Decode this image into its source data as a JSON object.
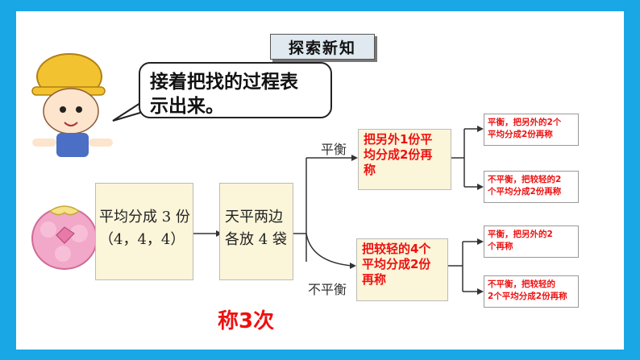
{
  "header": {
    "title": "探索新知"
  },
  "speech": {
    "line1": "接着把找的过程表",
    "line2": "示出来。"
  },
  "steps": {
    "step1_line1": "平均分成 3 份",
    "step1_line2": "（4，4，4）",
    "step2_line1": "天平两边",
    "step2_line2": "各放 4 袋"
  },
  "branches": {
    "balanced_label": "平衡",
    "unbalanced_label": "不平衡",
    "balanced_box": [
      "把另外1份平",
      "均分成2份再",
      "称"
    ],
    "unbalanced_box": [
      "把较轻的4个",
      "平均分成2份",
      "再称"
    ]
  },
  "outcomes": {
    "o1": [
      "平衡，把另外的2个",
      "平均分成2份再称"
    ],
    "o2": [
      "不平衡，把较轻的2",
      "个平均分成2份再称"
    ],
    "o3": [
      "平衡，把另外的2",
      "个再称"
    ],
    "o4": [
      "不平衡，把较轻的",
      "2个平均分成2份再称"
    ]
  },
  "conclusion": "称3次",
  "colors": {
    "frame": "#1aa7e6",
    "accent_red": "#e11111",
    "box_fill": "#fbf5d9"
  }
}
